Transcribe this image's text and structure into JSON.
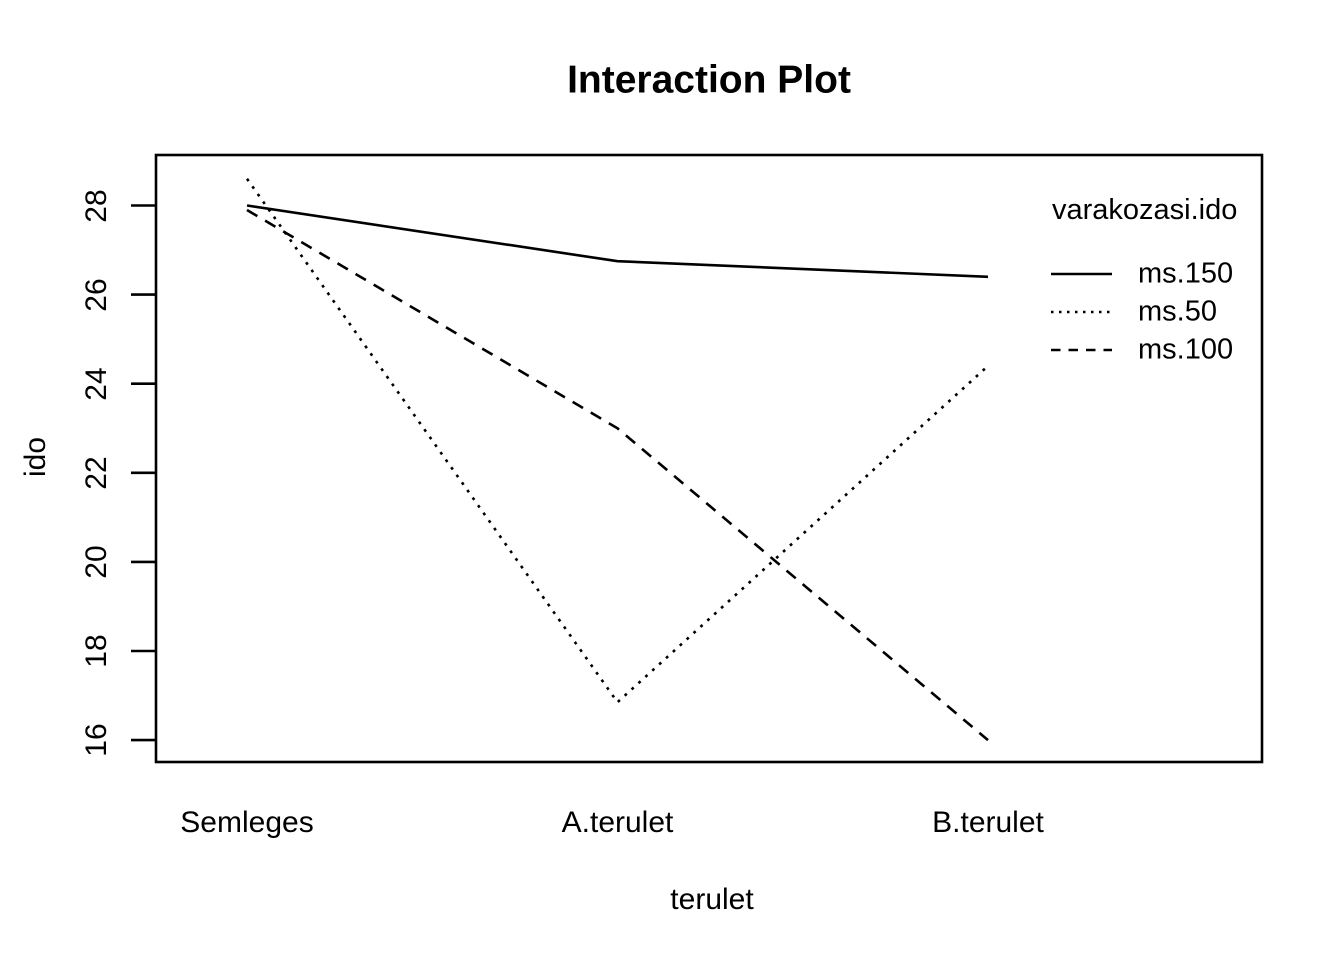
{
  "title": "Interaction Plot",
  "axes": {
    "x": {
      "label": "terulet",
      "categories": [
        "Semleges",
        "A.terulet",
        "B.terulet"
      ]
    },
    "y": {
      "label": "ido",
      "ticks": [
        16,
        18,
        20,
        22,
        24,
        26,
        28
      ]
    }
  },
  "legend": {
    "title": "varakozasi.ido",
    "entries": [
      {
        "label": "ms.150",
        "style": "solid"
      },
      {
        "label": "ms.50",
        "style": "dotted"
      },
      {
        "label": "ms.100",
        "style": "dashed"
      }
    ]
  },
  "chart_data": {
    "type": "line",
    "title": "Interaction Plot",
    "xlabel": "terulet",
    "ylabel": "ido",
    "categories": [
      "Semleges",
      "A.terulet",
      "B.terulet"
    ],
    "series": [
      {
        "name": "ms.150",
        "linestyle": "solid",
        "values": [
          28.0,
          26.75,
          26.4
        ]
      },
      {
        "name": "ms.50",
        "linestyle": "dotted",
        "values": [
          28.6,
          16.85,
          24.4
        ]
      },
      {
        "name": "ms.100",
        "linestyle": "dashed",
        "values": [
          27.9,
          23.0,
          16.0
        ]
      }
    ],
    "ylim": [
      15.5,
      29.1
    ],
    "yticks": [
      16,
      18,
      20,
      22,
      24,
      26,
      28
    ],
    "grid": false,
    "legend_title": "varakozasi.ido",
    "legend_position": "topright",
    "line_color": "#000000",
    "background_color": "#ffffff"
  }
}
